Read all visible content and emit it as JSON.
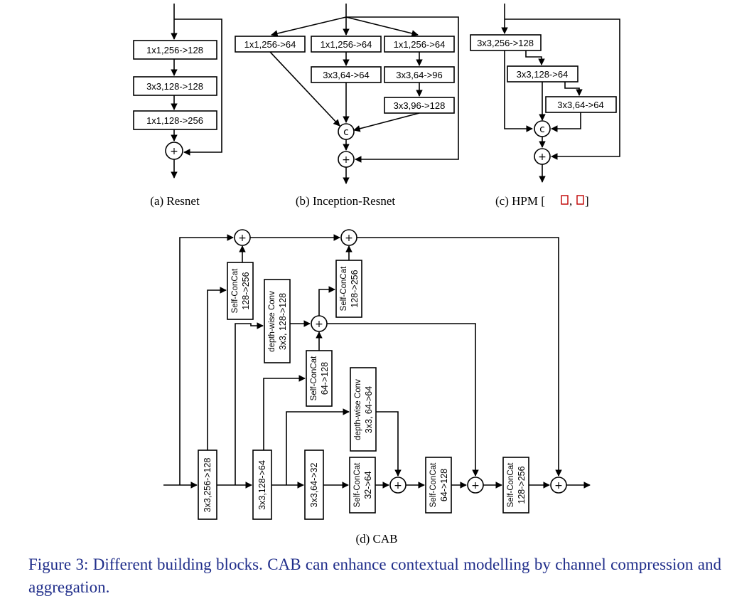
{
  "resnet": {
    "blocks": [
      "1x1,256->128",
      "3x3,128->128",
      "1x1,128->256"
    ],
    "caption": "(a)  Resnet"
  },
  "inception": {
    "blocks": [
      "1x1,256->64",
      "1x1,256->64",
      "1x1,256->64",
      "3x3,64->64",
      "3x3,64->96",
      "3x3,96->128"
    ],
    "caption": "(b)  Inception-Resnet"
  },
  "hpm": {
    "blocks": [
      "3x3,256->128",
      "3x3,128->64",
      "3x3,64->64"
    ],
    "caption": "(c)  HPM ["
  },
  "cab": {
    "conv_blocks": [
      "3x3,256->128",
      "3x3,128->64",
      "3x3,64->32"
    ],
    "concat_blocks": [
      {
        "top": "Self-ConCat",
        "bottom": "32->64"
      },
      {
        "top": "Self-ConCat",
        "bottom": "64->128"
      },
      {
        "top": "Self-ConCat",
        "bottom": "128->256"
      }
    ],
    "dw_lower": {
      "top": "depth-wise Conv",
      "bottom": "3x3, 64->64"
    },
    "sc_mid": {
      "top": "Self-ConCat",
      "bottom": "64->128"
    },
    "dw_upper": {
      "top": "depth-wise Conv",
      "bottom": "3x3, 128->128"
    },
    "sc_upper_left": {
      "top": "Self-ConCat",
      "bottom": "128->256"
    },
    "sc_upper_right": {
      "top": "Self-ConCat",
      "bottom": "128->256"
    },
    "caption": "(d)  CAB"
  },
  "ops": {
    "add": "+",
    "concat": "c"
  },
  "figure_caption": "Figure 3: Different building blocks. CAB can enhance contextual modelling by channel compression and aggregation.",
  "colors": {
    "caption_text": "#1f2d8a",
    "reference_box": "#c00000"
  }
}
